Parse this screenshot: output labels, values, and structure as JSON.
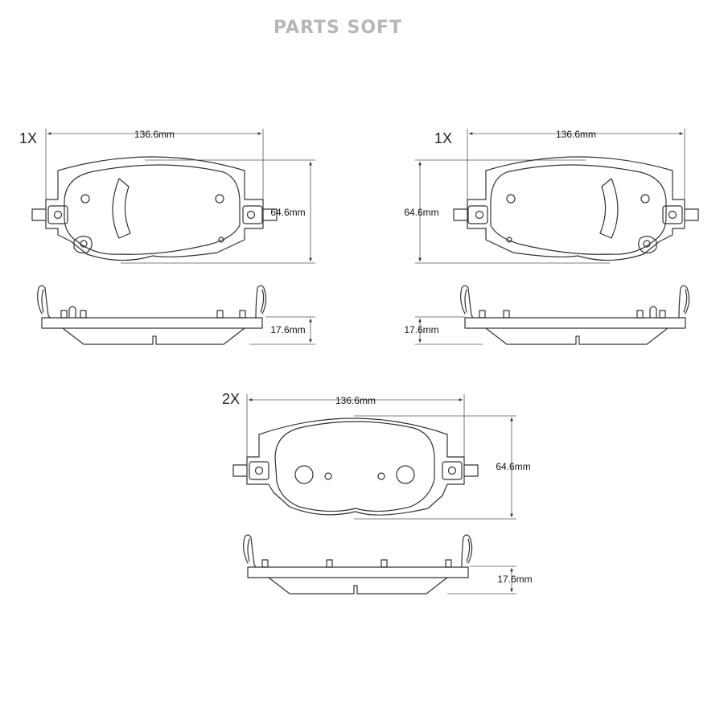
{
  "brand": "PARTS SOFT",
  "pad_1": {
    "quantity": "1X",
    "width": "136.6mm",
    "height": "64.6mm",
    "thickness": "17.6mm"
  },
  "pad_2": {
    "quantity": "1X",
    "width": "136.6mm",
    "height": "64.6mm",
    "thickness": "17.6mm"
  },
  "pad_3": {
    "quantity": "2X",
    "width": "136.6mm",
    "height": "64.6mm",
    "thickness": "17.6mm"
  }
}
